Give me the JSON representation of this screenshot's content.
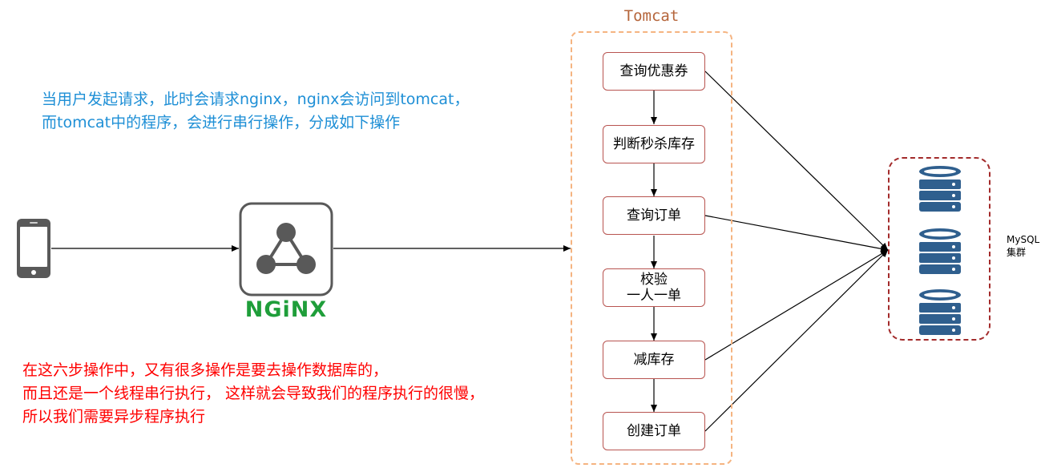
{
  "notes": {
    "blue": "当用户发起请求，此时会请求nginx，nginx会访问到tomcat，\n而tomcat中的程序，会进行串行操作，分成如下操作",
    "red": "在这六步操作中，又有很多操作是要去操作数据库的，\n而且还是一个线程串行执行， 这样就会导致我们的程序执行的很慢，\n所以我们需要异步程序执行"
  },
  "client": {
    "icon": "smartphone-icon"
  },
  "nginx": {
    "icon": "nginx-logo-icon",
    "label": "NGiNX"
  },
  "tomcat": {
    "title": "Tomcat",
    "steps": [
      "查询优惠券",
      "判断秒杀库存",
      "查询订单",
      "校验\n一人一单",
      "减库存",
      "创建订单"
    ]
  },
  "mysql": {
    "label": "MySQL\n集群",
    "icon": "database-icon",
    "count": 3
  },
  "colors": {
    "blue_note": "#1e8fd6",
    "red_note": "#ff0000",
    "tomcat_border": "#f5b481",
    "step_border": "#b85450",
    "mysql_border": "#a32b2b",
    "nginx_green": "#1f9e3a",
    "db_blue": "#2f5f8e"
  }
}
